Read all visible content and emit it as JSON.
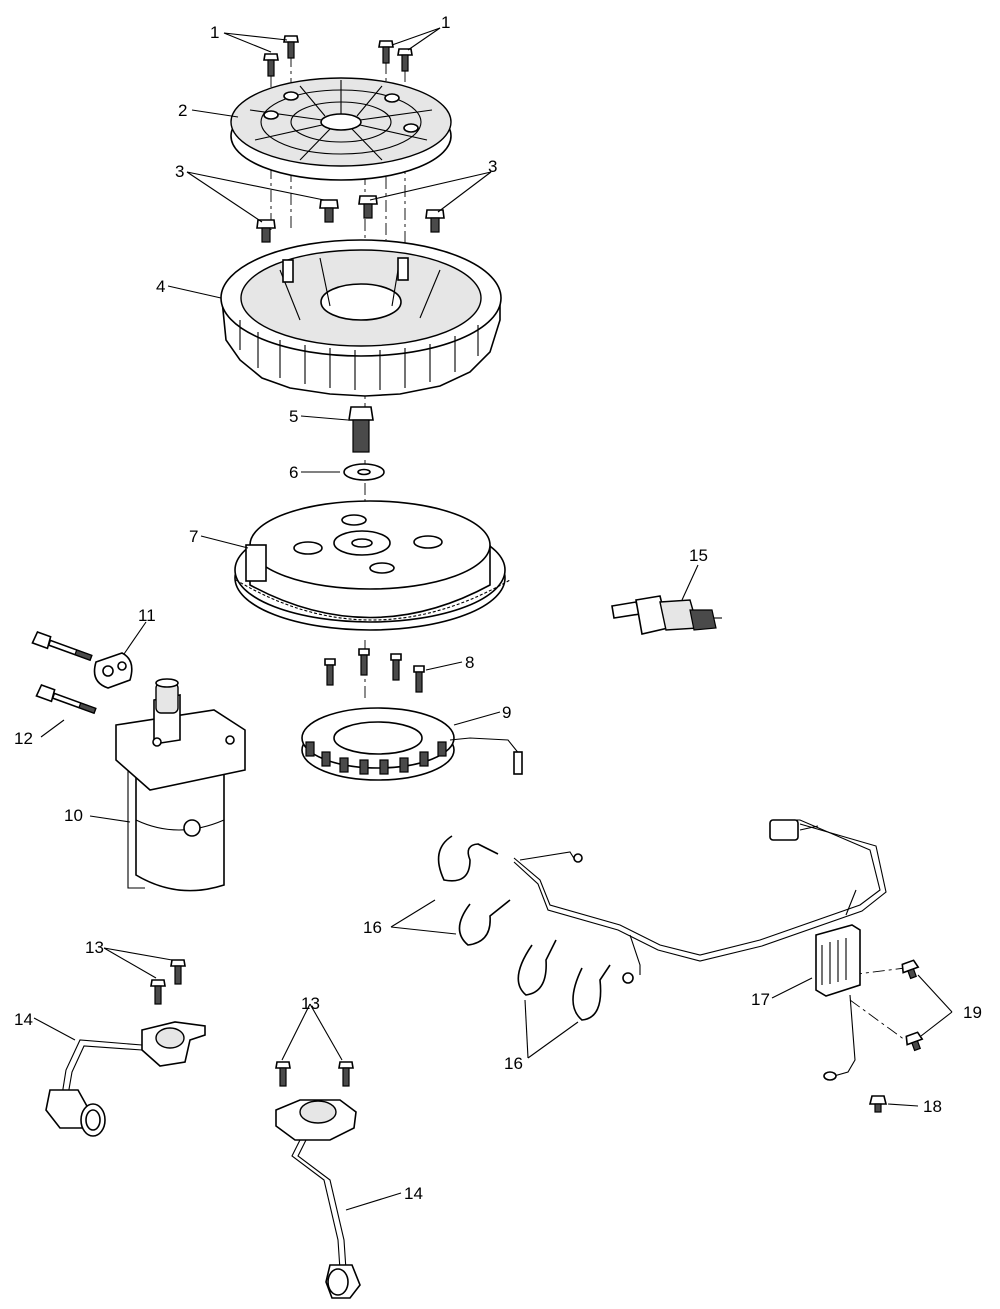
{
  "diagram": {
    "callouts": [
      {
        "id": "c1a",
        "label": "1"
      },
      {
        "id": "c1b",
        "label": "1"
      },
      {
        "id": "c2",
        "label": "2"
      },
      {
        "id": "c3a",
        "label": "3"
      },
      {
        "id": "c3b",
        "label": "3"
      },
      {
        "id": "c4",
        "label": "4"
      },
      {
        "id": "c5",
        "label": "5"
      },
      {
        "id": "c6",
        "label": "6"
      },
      {
        "id": "c7",
        "label": "7"
      },
      {
        "id": "c8",
        "label": "8"
      },
      {
        "id": "c9",
        "label": "9"
      },
      {
        "id": "c10",
        "label": "10"
      },
      {
        "id": "c11",
        "label": "11"
      },
      {
        "id": "c12",
        "label": "12"
      },
      {
        "id": "c13a",
        "label": "13"
      },
      {
        "id": "c13b",
        "label": "13"
      },
      {
        "id": "c14a",
        "label": "14"
      },
      {
        "id": "c14b",
        "label": "14"
      },
      {
        "id": "c15",
        "label": "15"
      },
      {
        "id": "c16a",
        "label": "16"
      },
      {
        "id": "c16b",
        "label": "16"
      },
      {
        "id": "c17",
        "label": "17"
      },
      {
        "id": "c18",
        "label": "18"
      },
      {
        "id": "c19",
        "label": "19"
      }
    ]
  }
}
